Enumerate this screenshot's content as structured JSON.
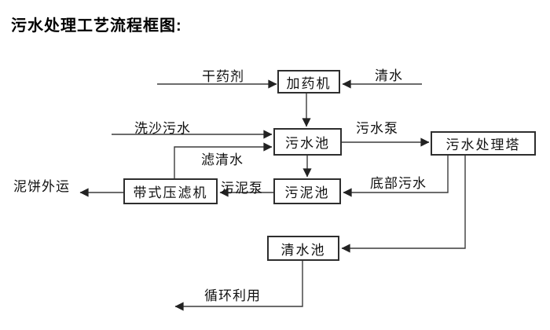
{
  "page": {
    "title": "污水处理工艺流程框图:"
  },
  "diagram": {
    "type": "flowchart",
    "colors": {
      "line": "#3c3c3c",
      "text": "#111111",
      "background": "#ffffff"
    },
    "nodes": [
      {
        "id": "dosing-machine",
        "label": "加药机"
      },
      {
        "id": "sewage-pool",
        "label": "污水池"
      },
      {
        "id": "sewage-treatment-tower",
        "label": "污水处理塔"
      },
      {
        "id": "sludge-pool",
        "label": "污泥池"
      },
      {
        "id": "belt-filter-press",
        "label": "带式压滤机"
      },
      {
        "id": "clean-water-pool",
        "label": "清水池"
      }
    ],
    "edge_labels": [
      {
        "id": "dry-chemical",
        "text": "干药剂"
      },
      {
        "id": "clean-water",
        "text": "清水"
      },
      {
        "id": "sand-washing-sewage",
        "text": "洗沙污水"
      },
      {
        "id": "sewage-pump",
        "text": "污水泵"
      },
      {
        "id": "filtered-clean-water",
        "text": "滤清水"
      },
      {
        "id": "mud-cake-out",
        "text": "泥饼外运"
      },
      {
        "id": "sludge-pump",
        "text": "污泥泵"
      },
      {
        "id": "bottom-sewage",
        "text": "底部污水"
      },
      {
        "id": "recycle-use",
        "text": "循环利用"
      }
    ],
    "edges": [
      {
        "from": "dry-chemical-source",
        "to": "dosing-machine",
        "label": "干药剂"
      },
      {
        "from": "clean-water-source",
        "to": "dosing-machine",
        "label": "清水"
      },
      {
        "from": "dosing-machine",
        "to": "sewage-pool",
        "label": ""
      },
      {
        "from": "sand-washing-sewage",
        "to": "sewage-pool",
        "label": "洗沙污水"
      },
      {
        "from": "belt-filter-press",
        "to": "sewage-pool",
        "label": "滤清水"
      },
      {
        "from": "sewage-pool",
        "to": "sewage-treatment-tower",
        "label": "污水泵"
      },
      {
        "from": "sewage-pool",
        "to": "sludge-pool",
        "label": ""
      },
      {
        "from": "sewage-treatment-tower",
        "to": "sludge-pool",
        "label": "底部污水"
      },
      {
        "from": "sewage-treatment-tower",
        "to": "clean-water-pool",
        "label": ""
      },
      {
        "from": "sludge-pool",
        "to": "belt-filter-press",
        "label": "污泥泵"
      },
      {
        "from": "belt-filter-press",
        "to": "mud-cake-out",
        "label": "泥饼外运"
      },
      {
        "from": "clean-water-pool",
        "to": "recycle-use",
        "label": "循环利用"
      }
    ]
  }
}
